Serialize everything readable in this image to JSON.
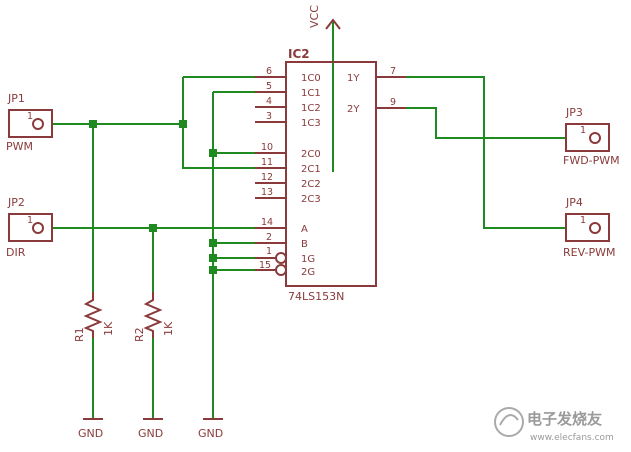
{
  "power": {
    "vcc": "VCC"
  },
  "ic": {
    "ref": "IC2",
    "part": "74LS153N",
    "left_pins": [
      {
        "name": "1C0",
        "num": "6"
      },
      {
        "name": "1C1",
        "num": "5"
      },
      {
        "name": "1C2",
        "num": "4"
      },
      {
        "name": "1C3",
        "num": "3"
      },
      {
        "name": "2C0",
        "num": "10"
      },
      {
        "name": "2C1",
        "num": "11"
      },
      {
        "name": "2C2",
        "num": "12"
      },
      {
        "name": "2C3",
        "num": "13"
      },
      {
        "name": "A",
        "num": "14"
      },
      {
        "name": "B",
        "num": "2"
      },
      {
        "name": "1G",
        "num": "1"
      },
      {
        "name": "2G",
        "num": "15"
      }
    ],
    "right_pins": [
      {
        "name": "1Y",
        "num": "7"
      },
      {
        "name": "2Y",
        "num": "9"
      }
    ]
  },
  "connectors": [
    {
      "ref": "JP1",
      "pin": "1",
      "signal": "PWM"
    },
    {
      "ref": "JP2",
      "pin": "1",
      "signal": "DIR"
    },
    {
      "ref": "JP3",
      "pin": "1",
      "signal": "FWD-PWM"
    },
    {
      "ref": "JP4",
      "pin": "1",
      "signal": "REV-PWM"
    }
  ],
  "resistors": [
    {
      "ref": "R1",
      "value": "1K"
    },
    {
      "ref": "R2",
      "value": "1K"
    }
  ],
  "grounds": [
    "GND",
    "GND",
    "GND"
  ],
  "watermark": {
    "title": "电子发烧友",
    "url": "www.elecfans.com"
  },
  "colors": {
    "wire": "#1f8a1f",
    "part": "#8a3a3a",
    "background": "#ffffff"
  }
}
